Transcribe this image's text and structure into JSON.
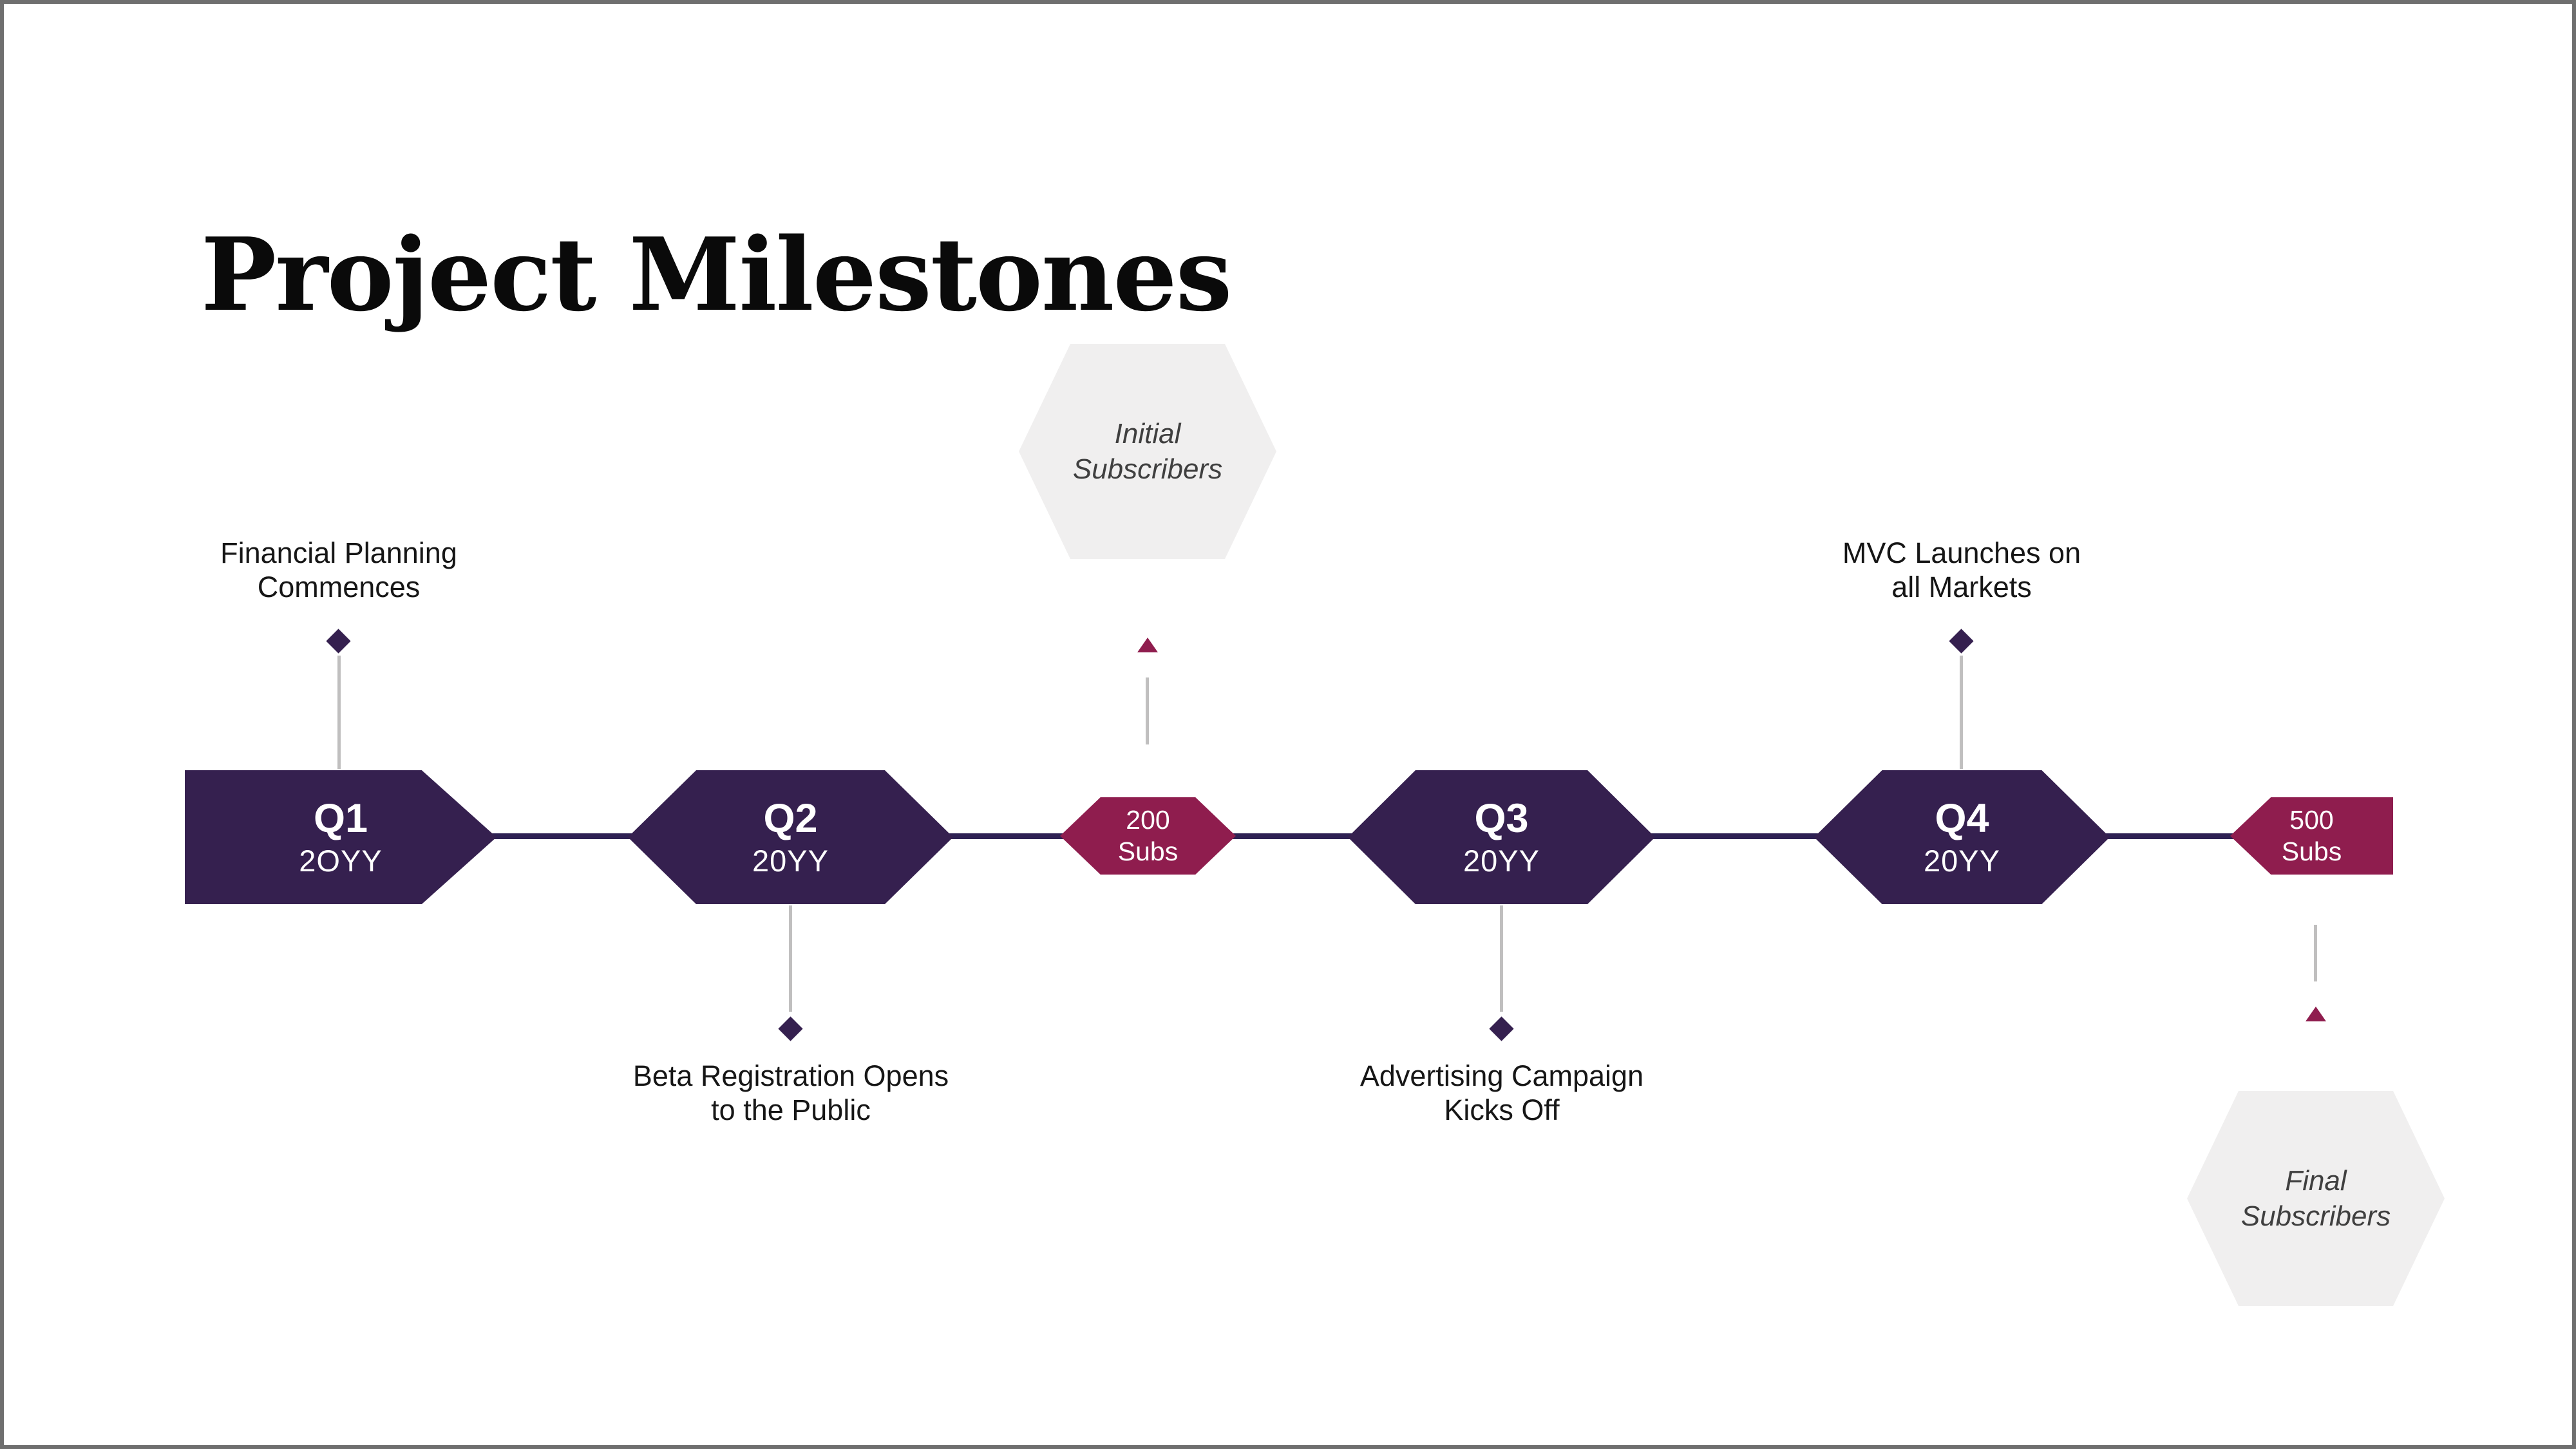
{
  "title": "Project Milestones",
  "colors": {
    "quarter_fill": "#35204f",
    "subscriber_fill": "#8f1d4e",
    "connector": "#2e2153",
    "note_hexagon_fill": "#f0efef",
    "callout_line": "#c0bfbf",
    "slide_border": "#6f6f6f",
    "text_dark": "#161616",
    "text_white": "#ffffff"
  },
  "timeline": {
    "q1": {
      "label": "Q1",
      "year": "2OYY"
    },
    "q2": {
      "label": "Q2",
      "year": "20YY"
    },
    "q3": {
      "label": "Q3",
      "year": "20YY"
    },
    "q4": {
      "label": "Q4",
      "year": "20YY"
    },
    "subs200": {
      "value": "200",
      "unit": "Subs"
    },
    "subs500": {
      "value": "500",
      "unit": "Subs"
    }
  },
  "callouts": {
    "q1_above": {
      "line1": "Financial Planning",
      "line2": "Commences"
    },
    "q2_below": {
      "line1": "Beta Registration Opens",
      "line2": "to the Public"
    },
    "q3_below": {
      "line1": "Advertising Campaign",
      "line2": "Kicks Off"
    },
    "q4_above": {
      "line1": "MVC Launches on",
      "line2": "all Markets"
    },
    "initial_subscribers": {
      "line1": "Initial",
      "line2": "Subscribers"
    },
    "final_subscribers": {
      "line1": "Final",
      "line2": "Subscribers"
    }
  }
}
